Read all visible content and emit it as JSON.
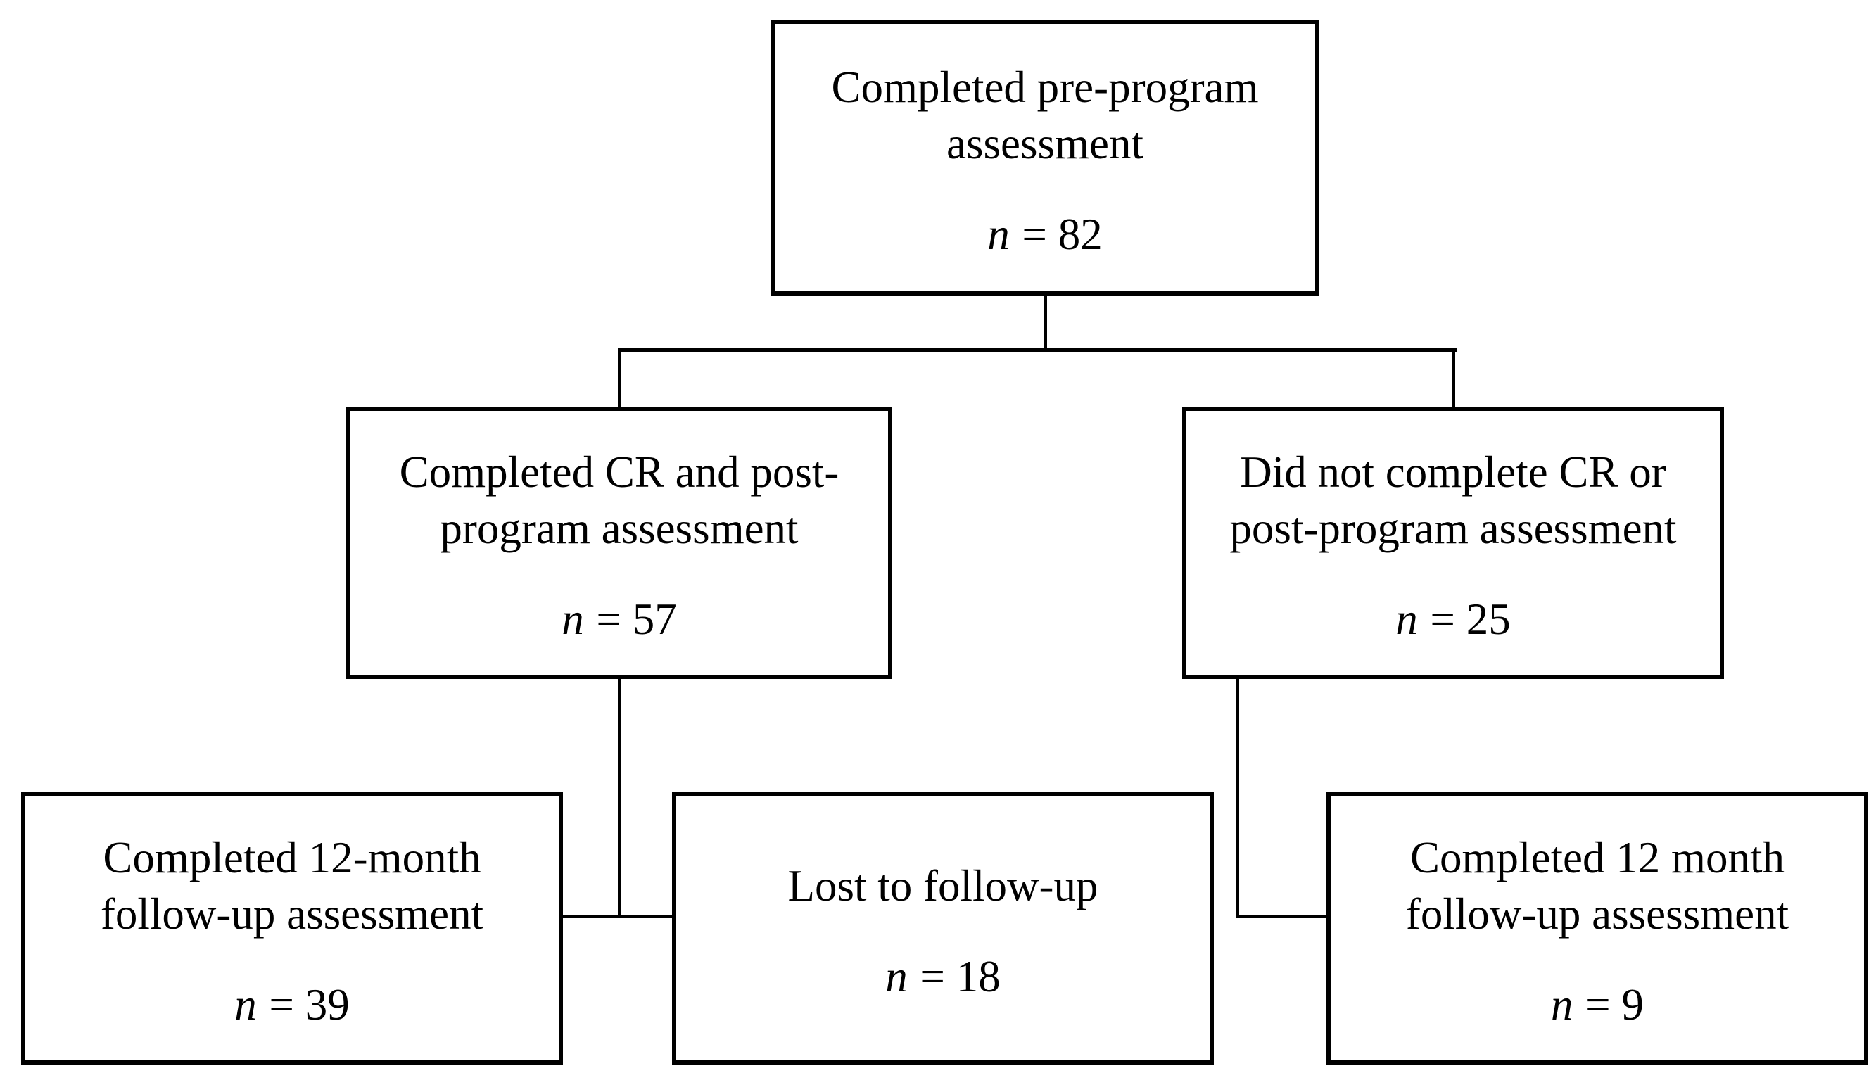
{
  "diagram": {
    "background_color": "#ffffff",
    "line_color": "#000000",
    "text_color": "#000000",
    "boxes": {
      "top": {
        "label": "Completed pre-program\nassessment",
        "n_label": "n",
        "n_value": "= 82"
      },
      "level2_left": {
        "label": "Completed CR and post-\nprogram assessment",
        "n_label": "n",
        "n_value": "= 57"
      },
      "level2_right": {
        "label": "Did not complete CR or\npost-program assessment",
        "n_label": "n",
        "n_value": "= 25"
      },
      "bottom_left": {
        "label": "Completed 12-month\nfollow-up assessment",
        "n_label": "n",
        "n_value": "= 39"
      },
      "bottom_middle": {
        "label": "Lost to follow-up",
        "n_label": "n",
        "n_value": "= 18"
      },
      "bottom_right": {
        "label": "Completed 12 month\nfollow-up assessment",
        "n_label": "n",
        "n_value": "= 9"
      }
    }
  }
}
